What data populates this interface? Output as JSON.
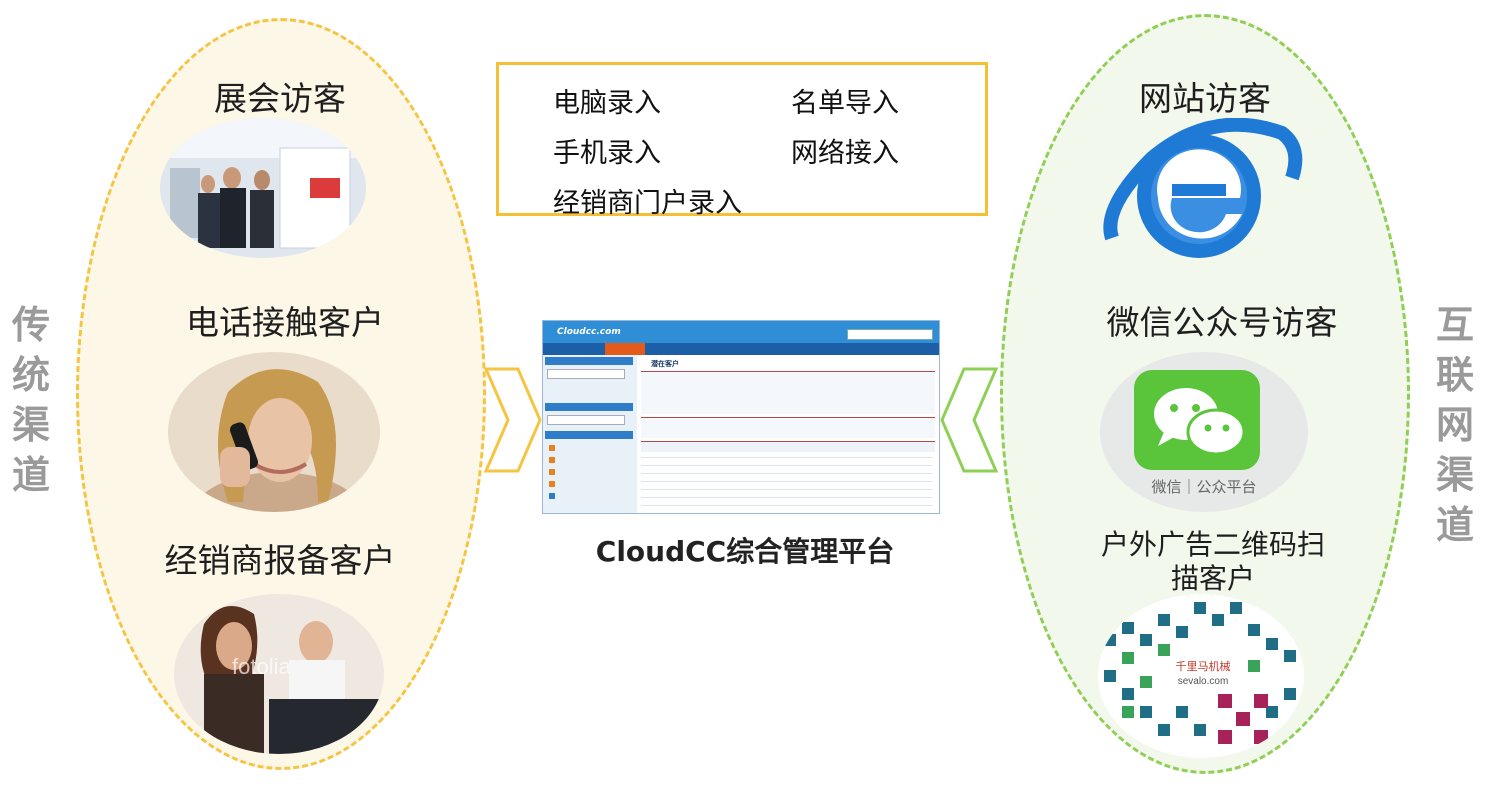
{
  "left_channel": {
    "vertical_label": "传统渠道",
    "items": [
      "展会访客",
      "电话接触客户",
      "经销商报备客户"
    ]
  },
  "right_channel": {
    "vertical_label": "互联网渠道",
    "items": [
      "网站访客",
      "微信公众号访客",
      "户外广告二维码扫描客户"
    ],
    "wechat_caption": "微信｜公众平台",
    "qr_brand": "千里马机械",
    "qr_site": "sevalo.com"
  },
  "input_methods": [
    "电脑录入",
    "名单导入",
    "手机录入",
    "网络接入",
    "经销商门户录入"
  ],
  "platform": {
    "title": "CloudCC综合管理平台",
    "logo": "Cloudcc.com",
    "page_heading": "潜在客户"
  },
  "watermark": "fotolia",
  "colors": {
    "traditional": "#f5c542",
    "internet": "#8fcf55",
    "ie_blue": "#1f7ad6",
    "wechat_green": "#5ac53a"
  }
}
